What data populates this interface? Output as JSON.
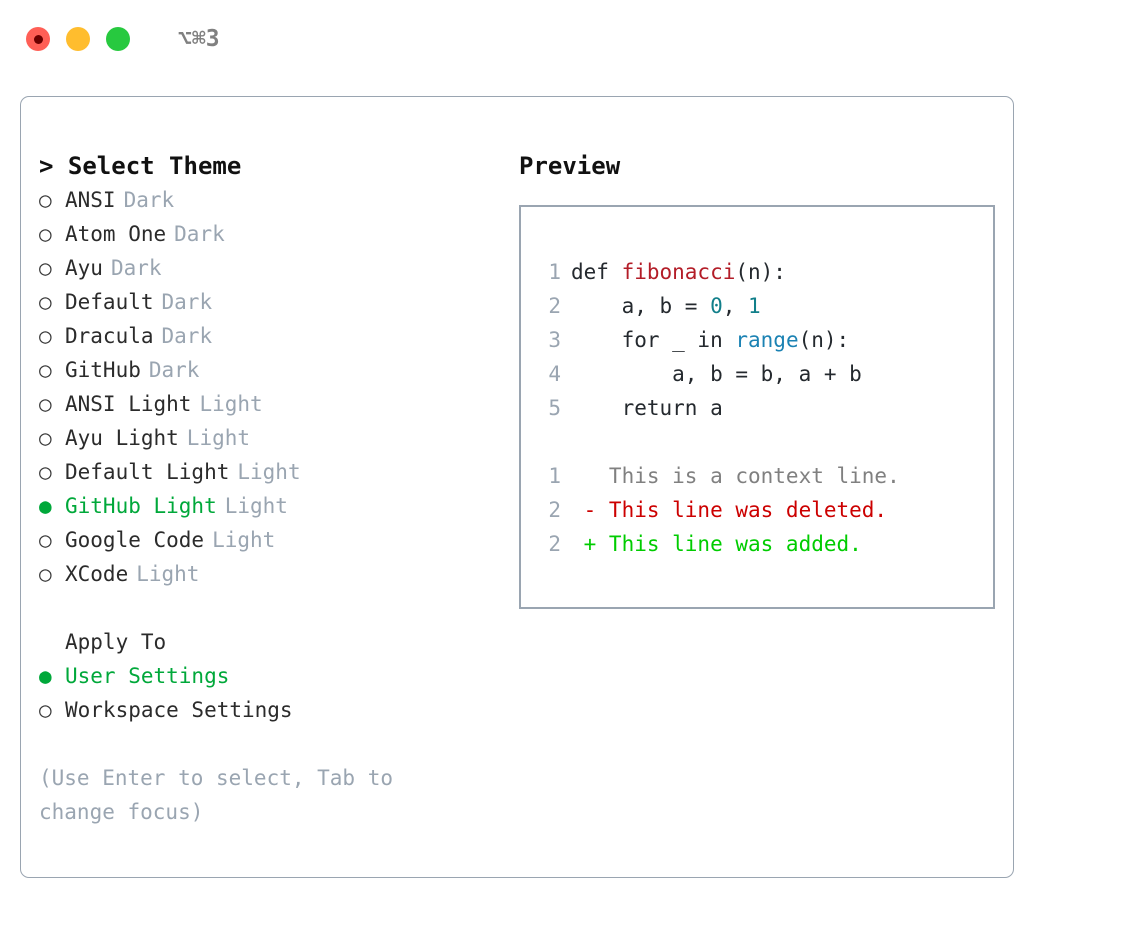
{
  "titlebar": {
    "shortcut": "⌥⌘3",
    "dots": [
      {
        "name": "close",
        "color": "#ff5f56",
        "inner": "#6b0000"
      },
      {
        "name": "minimize",
        "color": "#ffbd2e",
        "inner": null
      },
      {
        "name": "maximize",
        "color": "#27c93f",
        "inner": null
      }
    ]
  },
  "theme_picker": {
    "header": "> Select Theme",
    "items": [
      {
        "bullet": "○",
        "label": "ANSI",
        "tag": "Dark",
        "selected": false
      },
      {
        "bullet": "○",
        "label": "Atom One",
        "tag": "Dark",
        "selected": false
      },
      {
        "bullet": "○",
        "label": "Ayu",
        "tag": "Dark",
        "selected": false
      },
      {
        "bullet": "○",
        "label": "Default",
        "tag": "Dark",
        "selected": false
      },
      {
        "bullet": "○",
        "label": "Dracula",
        "tag": "Dark",
        "selected": false
      },
      {
        "bullet": "○",
        "label": "GitHub",
        "tag": "Dark",
        "selected": false
      },
      {
        "bullet": "○",
        "label": "ANSI Light",
        "tag": "Light",
        "selected": false
      },
      {
        "bullet": "○",
        "label": "Ayu Light",
        "tag": "Light",
        "selected": false
      },
      {
        "bullet": "○",
        "label": "Default Light",
        "tag": "Light",
        "selected": false
      },
      {
        "bullet": "●",
        "label": "GitHub Light",
        "tag": "Light",
        "selected": true
      },
      {
        "bullet": "○",
        "label": "Google Code",
        "tag": "Light",
        "selected": false
      },
      {
        "bullet": "○",
        "label": "XCode",
        "tag": "Light",
        "selected": false
      }
    ]
  },
  "apply_to": {
    "header": "Apply To",
    "items": [
      {
        "bullet": "●",
        "label": "User Settings",
        "selected": true
      },
      {
        "bullet": "○",
        "label": "Workspace Settings",
        "selected": false
      }
    ]
  },
  "hint": "(Use Enter to select, Tab to change focus)",
  "preview": {
    "title": "Preview",
    "code_lines": [
      {
        "no": "1",
        "parts": [
          {
            "t": "def ",
            "c": "code-text"
          },
          {
            "t": "fibonacci",
            "c": "tok-fn"
          },
          {
            "t": "(n):",
            "c": "code-text"
          }
        ]
      },
      {
        "no": "2",
        "parts": [
          {
            "t": "    a, b = ",
            "c": "code-text"
          },
          {
            "t": "0",
            "c": "tok-num"
          },
          {
            "t": ", ",
            "c": "code-text"
          },
          {
            "t": "1",
            "c": "tok-num"
          }
        ]
      },
      {
        "no": "3",
        "parts": [
          {
            "t": "    for _ in ",
            "c": "code-text"
          },
          {
            "t": "range",
            "c": "tok-call"
          },
          {
            "t": "(n):",
            "c": "code-text"
          }
        ]
      },
      {
        "no": "4",
        "parts": [
          {
            "t": "        a, b = b, a + b",
            "c": "code-text"
          }
        ]
      },
      {
        "no": "5",
        "parts": [
          {
            "t": "    return a",
            "c": "code-text"
          }
        ]
      }
    ],
    "diff_lines": [
      {
        "no": "1",
        "parts": [
          {
            "t": "   This is a context line.",
            "c": "diff-ctx"
          }
        ]
      },
      {
        "no": "2",
        "parts": [
          {
            "t": " - This line was deleted.",
            "c": "diff-del"
          }
        ]
      },
      {
        "no": "2",
        "parts": [
          {
            "t": " + This line was added.",
            "c": "diff-add"
          }
        ]
      }
    ]
  }
}
